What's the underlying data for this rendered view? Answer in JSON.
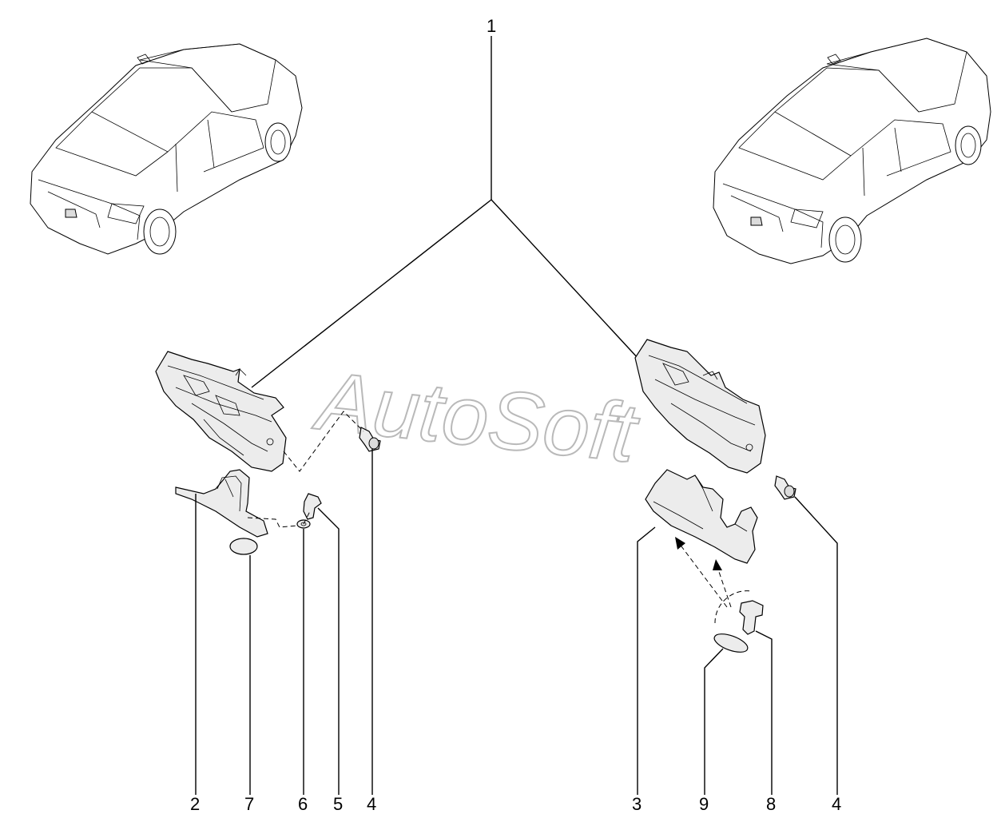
{
  "watermark": "AutoSoft",
  "callouts": {
    "c1": "1",
    "c2": "2",
    "c7": "7",
    "c6": "6",
    "c5": "5",
    "c4_left": "4",
    "c3": "3",
    "c9": "9",
    "c8": "8",
    "c4_right": "4"
  },
  "icons": {
    "car_left": "sedan-rear-three-quarter-icon",
    "car_right": "hatchback-rear-three-quarter-icon"
  }
}
